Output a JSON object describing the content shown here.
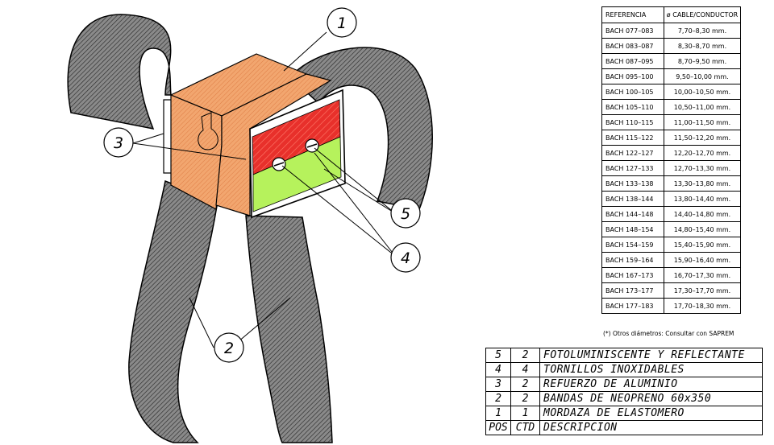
{
  "colors": {
    "strap": "#777777",
    "clamp": "#f2a66f",
    "fluor_red": "#e8302b",
    "fluor_green": "#b6f25c"
  },
  "callouts": [
    "1",
    "2",
    "3",
    "4",
    "5"
  ],
  "reference_table": {
    "headers": [
      "REFERENCIA",
      "ø CABLE/CONDUCTOR"
    ],
    "rows": [
      [
        "BACH 077–083",
        "7,70–8,30 mm."
      ],
      [
        "BACH 083–087",
        "8,30–8,70 mm."
      ],
      [
        "BACH 087–095",
        "8,70–9,50 mm."
      ],
      [
        "BACH 095–100",
        "9,50–10,00 mm."
      ],
      [
        "BACH 100–105",
        "10,00–10,50 mm."
      ],
      [
        "BACH 105–110",
        "10,50–11,00 mm."
      ],
      [
        "BACH 110–115",
        "11,00–11,50 mm."
      ],
      [
        "BACH 115–122",
        "11,50–12,20 mm."
      ],
      [
        "BACH 122–127",
        "12,20–12,70 mm."
      ],
      [
        "BACH 127–133",
        "12,70–13,30 mm."
      ],
      [
        "BACH 133–138",
        "13,30–13,80 mm."
      ],
      [
        "BACH 138–144",
        "13,80–14,40 mm."
      ],
      [
        "BACH 144–148",
        "14,40–14,80 mm."
      ],
      [
        "BACH 148–154",
        "14,80–15,40 mm."
      ],
      [
        "BACH 154–159",
        "15,40–15,90 mm."
      ],
      [
        "BACH 159–164",
        "15,90–16,40 mm."
      ],
      [
        "BACH 167–173",
        "16,70–17,30 mm."
      ],
      [
        "BACH 173–177",
        "17,30–17,70 mm."
      ],
      [
        "BACH 177–183",
        "17,70–18,30 mm."
      ]
    ],
    "note": "(*) Otros diámetros: Consultar con SAPREM"
  },
  "parts_list": {
    "rows": [
      {
        "pos": "5",
        "qty": "2",
        "desc": "FOTOLUMINISCENTE Y REFLECTANTE"
      },
      {
        "pos": "4",
        "qty": "4",
        "desc": "TORNILLOS INOXIDABLES"
      },
      {
        "pos": "3",
        "qty": "2",
        "desc": "REFUERZO DE ALUMINIO"
      },
      {
        "pos": "2",
        "qty": "2",
        "desc": "BANDAS DE NEOPRENO 60x350"
      },
      {
        "pos": "1",
        "qty": "1",
        "desc": "MORDAZA DE ELASTOMERO"
      }
    ],
    "header": {
      "pos": "POS",
      "qty": "CTD",
      "desc": "DESCRIPCION"
    }
  }
}
